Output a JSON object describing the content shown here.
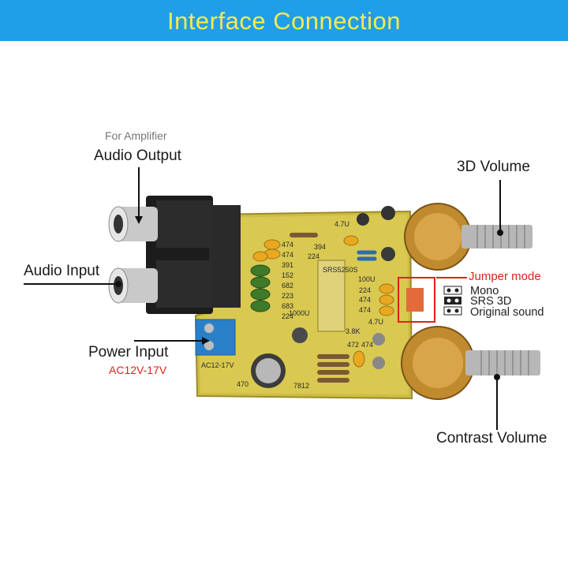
{
  "banner": {
    "title": "Interface  Connection",
    "bg": "#1f9fe8",
    "fg": "#ffe94d"
  },
  "labels": {
    "for_amplifier": "For Amplifier",
    "audio_output": "Audio Output",
    "audio_input": "Audio Input",
    "power_input": "Power Input",
    "power_spec": "AC12V-17V",
    "volume_3d": "3D Volume",
    "contrast_volume": "Contrast Volume",
    "jumper_mode": "Jumper mode",
    "jumper_options": [
      "Mono",
      "SRS 3D",
      "Original sound"
    ]
  },
  "board_markings": {
    "chip": "SRS5250S",
    "power_label": "AC12-17V",
    "cap_470": "470",
    "reg_7812": "7812",
    "cap_474_a": "474",
    "cap_474_b": "474",
    "cap_391": "391",
    "cap_152": "152",
    "cap_682": "682",
    "cap_223": "223",
    "cap_683": "683",
    "cap_224_a": "224",
    "cap_224_b": "224",
    "cap_224_c": "224",
    "cap_394": "394",
    "cap_100u": "100U",
    "cap_47u_top": "4.7U",
    "cap_47u": "4.7U",
    "cap_474_c": "474",
    "cap_474_d": "474",
    "cap_474_e": "474",
    "cap_472": "472",
    "res_38k": "3.8K",
    "cap_1000u": "1000U"
  },
  "colors": {
    "pcb": "#d8c84a",
    "accent_red": "#e3201b",
    "terminal_blue": "#2a80c8"
  }
}
